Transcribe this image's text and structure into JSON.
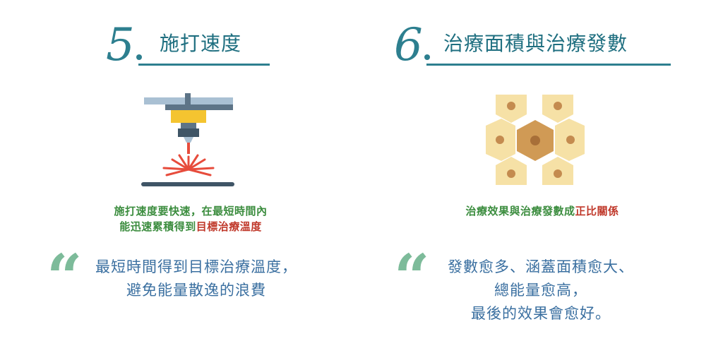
{
  "left": {
    "number": "5",
    "title": "施打速度",
    "caption_line1": "施打速度要快速，在最短時間內",
    "caption_line2_prefix": "能迅速累積得到",
    "caption_line2_highlight": "目標治療溫度",
    "quote_mark": "“",
    "quote_lines": [
      "最短時間得到目標治療溫度，",
      "避免能量散逸的浪費"
    ],
    "icon": "laser-machine-icon"
  },
  "right": {
    "number": "6",
    "title": "治療面積與治療發數",
    "caption_prefix": "治療效果與治療發數成",
    "caption_highlight": "正比關係",
    "quote_mark": "“",
    "quote_lines": [
      "發數愈多、涵蓋面積愈大、",
      "總能量愈高，",
      "最後的效果會愈好。"
    ],
    "icon": "skin-cells-icon"
  },
  "colors": {
    "accent": "#2d7f8f",
    "caption_green": "#3c8d3f",
    "caption_red": "#c0392b",
    "quote_blue": "#3a6fa0",
    "quote_mark": "#7dbb9a"
  }
}
